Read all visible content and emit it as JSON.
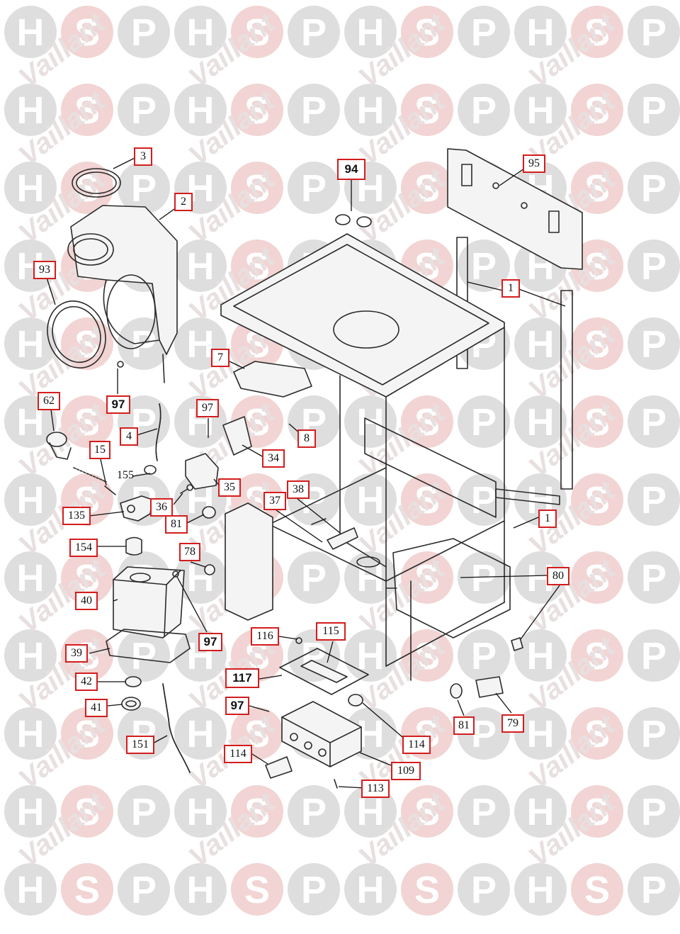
{
  "watermark": {
    "letters": [
      "H",
      "S",
      "P"
    ],
    "brand": "Vaillant",
    "colors": {
      "H": "#dedede",
      "S": "#f1d4d3",
      "P": "#dedede"
    }
  },
  "callouts": {
    "c3": "3",
    "c2": "2",
    "c93": "93",
    "c97a": "97",
    "c62": "62",
    "c4": "4",
    "c15": "15",
    "c155": "155",
    "c135": "135",
    "c154": "154",
    "c40": "40",
    "c39": "39",
    "c42": "42",
    "c41": "41",
    "c151": "151",
    "c94": "94",
    "c95": "95",
    "c1a": "1",
    "c7": "7",
    "c97b": "97",
    "c8": "8",
    "c34": "34",
    "c35": "35",
    "c36": "36",
    "c81a": "81",
    "c78": "78",
    "c97c": "97",
    "c37": "37",
    "c38": "38",
    "c1b": "1",
    "c80": "80",
    "c116": "116",
    "c115": "115",
    "c117": "117",
    "c97d": "97",
    "c114a": "114",
    "c114b": "114",
    "c109": "109",
    "c113": "113",
    "c81b": "81",
    "c79": "79"
  },
  "colors": {
    "callout_border": "#d41d1d",
    "line": "#2a2a2a"
  }
}
